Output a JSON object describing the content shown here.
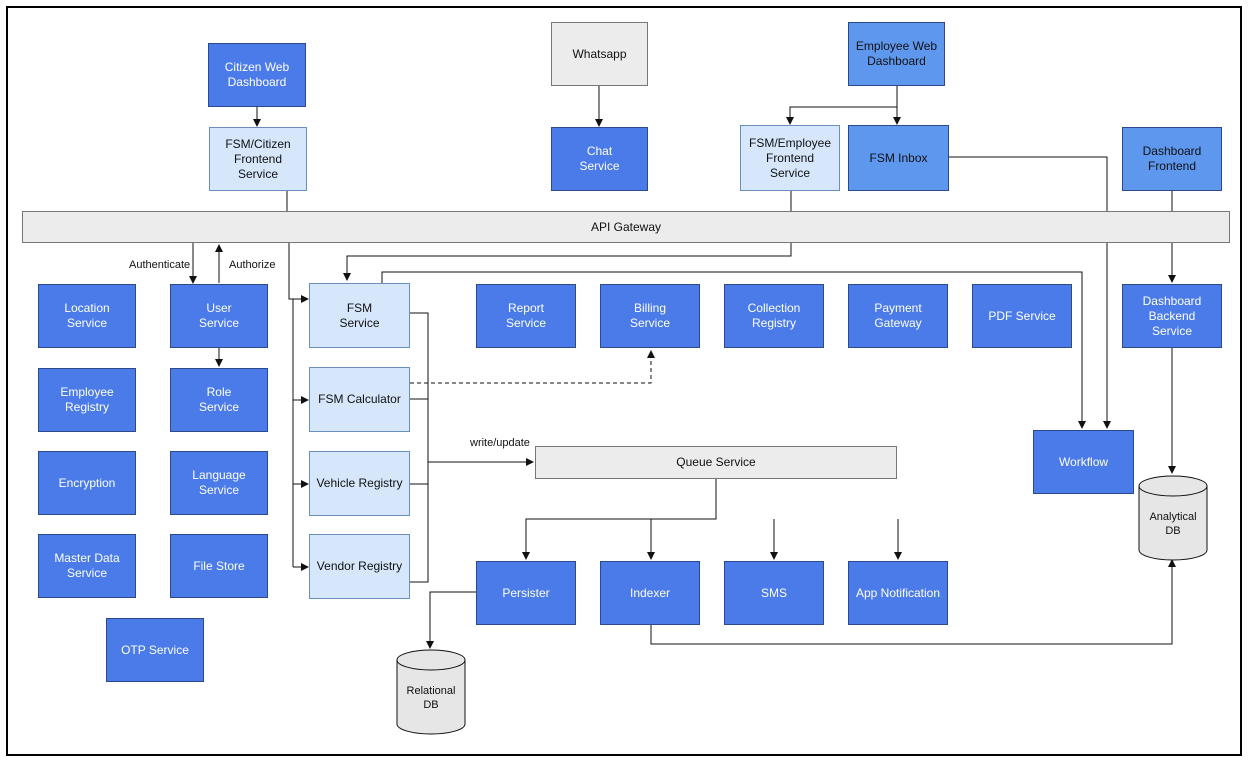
{
  "nodes": {
    "citizen_web_dashboard": "Citizen Web\nDashboard",
    "whatsapp": "Whatsapp",
    "employee_web_dashboard": "Employee Web\nDashboard",
    "fsm_citizen_frontend": "FSM/Citizen\nFrontend Service",
    "chat_service": "Chat\nService",
    "fsm_employee_frontend": "FSM/Employee\nFrontend Service",
    "fsm_inbox": "FSM Inbox",
    "dashboard_frontend": "Dashboard Frontend",
    "api_gateway": "API Gateway",
    "location_service": "Location\nService",
    "user_service": "User\nService",
    "fsm_service": "FSM\nService",
    "report_service": "Report\nService",
    "billing_service": "Billing\nService",
    "collection_registry": "Collection Registry",
    "payment_gateway": "Payment Gateway",
    "pdf_service": "PDF Service",
    "dashboard_backend": "Dashboard Backend\nService",
    "employee_registry": "Employee\nRegistry",
    "role_service": "Role\nService",
    "fsm_calculator": "FSM Calculator",
    "encryption": "Encryption",
    "language_service": "Language\nService",
    "vehicle_registry": "Vehicle Registry",
    "queue_service": "Queue Service",
    "workflow": "Workflow",
    "master_data_service": "Master Data\nService",
    "file_store": "File Store",
    "vendor_registry": "Vendor Registry",
    "persister": "Persister",
    "indexer": "Indexer",
    "sms": "SMS",
    "app_notification": "App Notification",
    "otp_service": "OTP Service"
  },
  "databases": {
    "relational_db": [
      "Relational",
      "DB"
    ],
    "analytical_db": [
      "Analytical",
      "DB"
    ]
  },
  "edge_labels": {
    "authenticate": "Authenticate",
    "authorize": "Authorize",
    "write_update": "write/update"
  }
}
